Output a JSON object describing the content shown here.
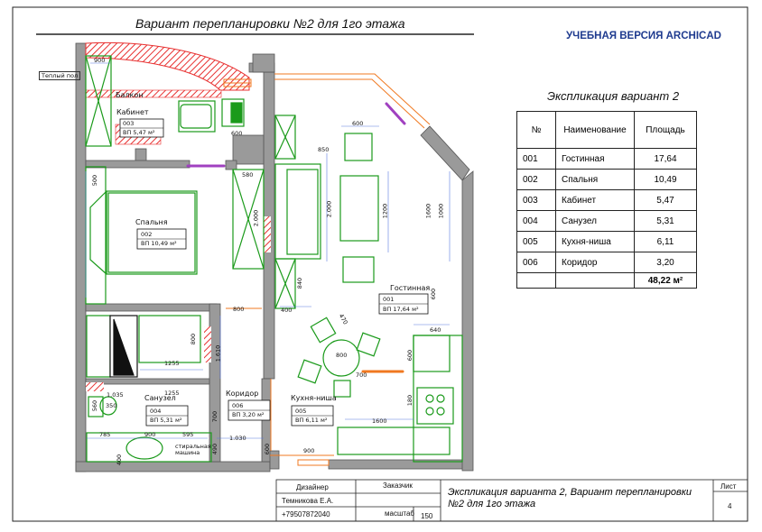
{
  "sheet_title": "Вариант перепланировки №2 для 1го этажа",
  "brand": "УЧЕБНАЯ ВЕРСИЯ ARCHICAD",
  "explication": {
    "title": "Экспликация вариант 2",
    "headers": [
      "№",
      "Наименование",
      "Площадь"
    ],
    "rows": [
      [
        "001",
        "Гостинная",
        "17,64"
      ],
      [
        "002",
        "Спальня",
        "10,49"
      ],
      [
        "003",
        "Кабинет",
        "5,47"
      ],
      [
        "004",
        "Санузел",
        "5,31"
      ],
      [
        "005",
        "Кухня-ниша",
        "6,11"
      ],
      [
        "006",
        "Коридор",
        "3,20"
      ]
    ],
    "total": "48,22 м²"
  },
  "rooms": {
    "balcony": "Балкон",
    "cabinet": {
      "name": "Кабинет",
      "num": "003",
      "area": "ВП 5,47 м²"
    },
    "bedroom": {
      "name": "Спальня",
      "num": "002",
      "area": "ВП 10,49 м²"
    },
    "living": {
      "name": "Гостинная",
      "num": "001",
      "area": "ВП 17,64 м²"
    },
    "bath": {
      "name": "Санузел",
      "num": "004",
      "area": "ВП 5,31 м²"
    },
    "corridor": {
      "name": "Коридор",
      "num": "006",
      "area": "ВП 3,20 м²"
    },
    "kitchen": {
      "name": "Кухня-ниша",
      "num": "005",
      "area": "ВП 6,11 м²"
    }
  },
  "tag_warm_floor": "Теплый пол",
  "tag_washer": "стиральная машина",
  "dimensions": {
    "d900a": "900",
    "d600a": "600",
    "d600b": "600",
    "d850": "850",
    "d580": "580",
    "d2000a": "2.000",
    "d2000b": "2.000",
    "d1200": "1200",
    "d1600a": "1600",
    "d1000": "1000",
    "d600c": "600",
    "d500": "500",
    "d840": "840",
    "d400": "400",
    "d470": "470",
    "d800a": "800",
    "d800b": "800",
    "d800c": "800",
    "d1610": "1.610",
    "d1255a": "1255",
    "d1255b": "1255",
    "d1035": "1.035",
    "d560": "560",
    "d350": "350",
    "d785": "785",
    "d900b": "900",
    "d595": "595",
    "d1030": "1.030",
    "d700": "700",
    "d640": "640",
    "d600d": "600",
    "d180": "180",
    "d1600b": "1600",
    "d900c": "900",
    "d490": "490",
    "d400b": "400",
    "d600e": "600",
    "d700b": "700"
  },
  "stamp": {
    "designer_label": "Дизайнер",
    "client_label": "Заказчик",
    "designer_name": "Темникова Е.А.",
    "phone": "+79507872040",
    "scale_label": "масштаб",
    "scale_value": "150",
    "title": "Экспликация варианта 2, Вариант перепланировки №2 для 1го этажа",
    "sheet_label": "Лист",
    "sheet_no": "4"
  },
  "colors": {
    "wall": "#9a9a9a",
    "furniture": "#1a9a1a",
    "window": "#f07820",
    "hatch": "#e83030",
    "dim": "#5a7be0",
    "purple": "#a040c0"
  }
}
